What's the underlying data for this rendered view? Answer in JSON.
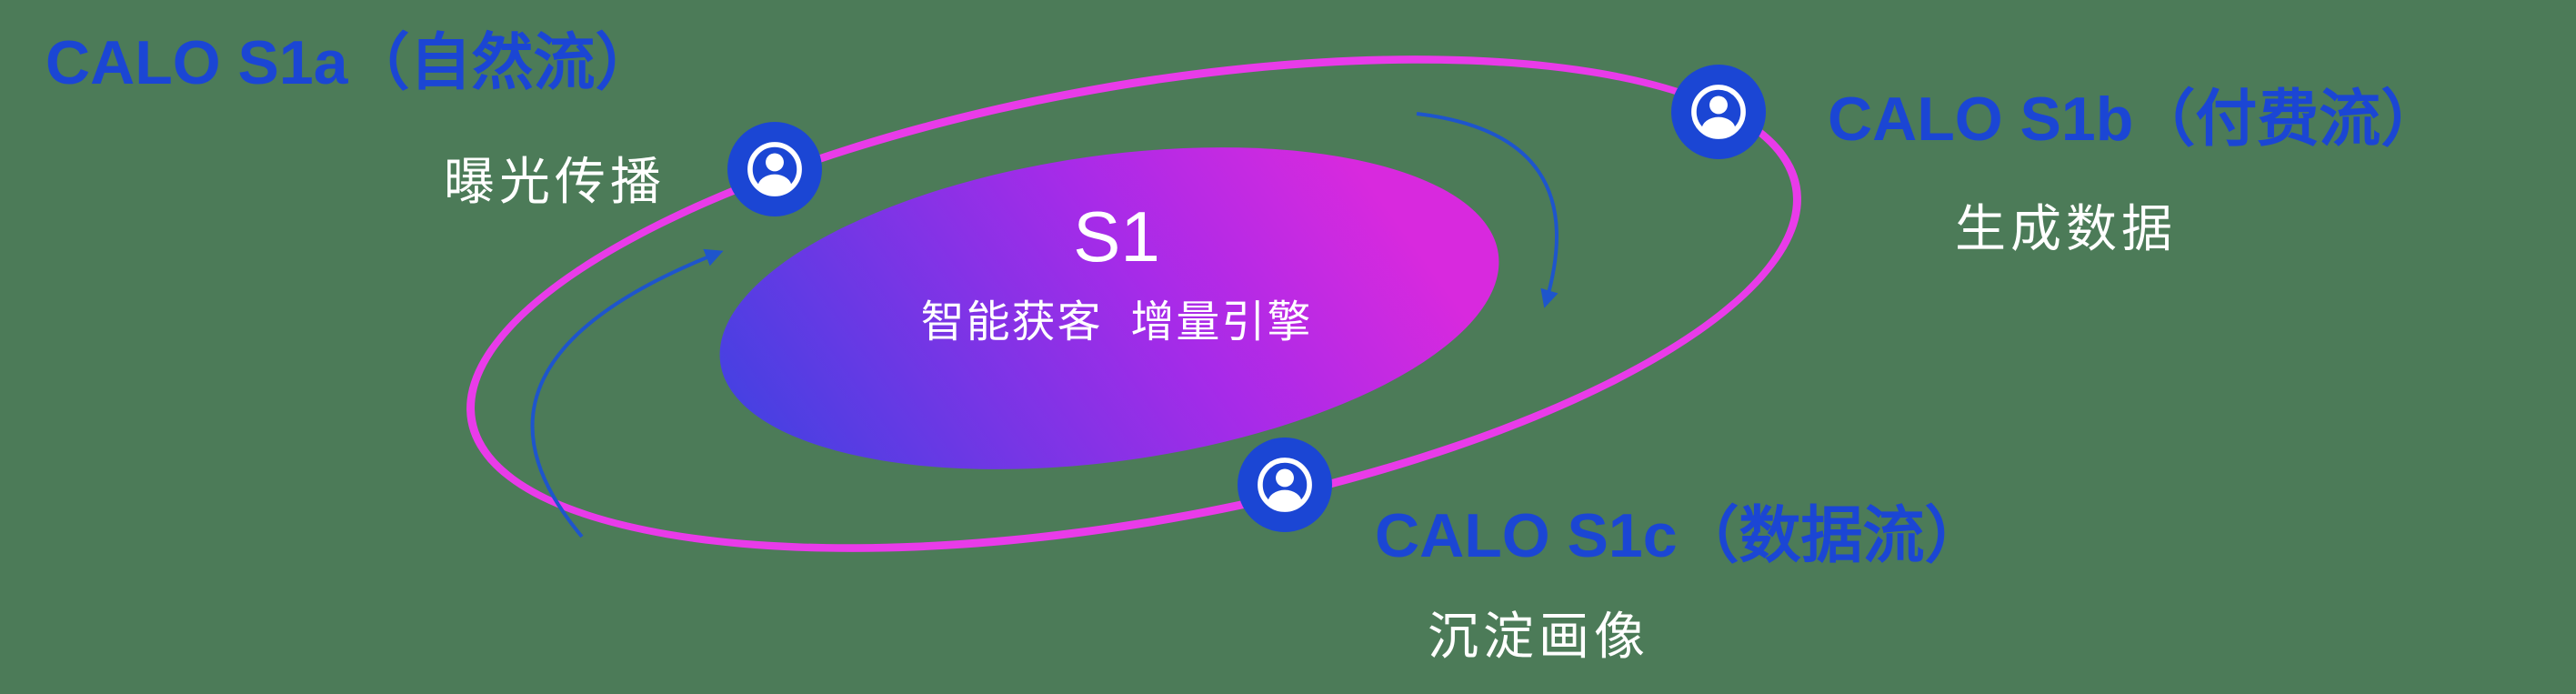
{
  "diagram": {
    "type": "orbit-flywheel",
    "background_color": "#4c7b58",
    "accent_blue": "#1b46d4",
    "arrow_blue": "#1e55cc",
    "orbit_pink": "#e93be9",
    "core_gradient": [
      "#4840e2",
      "#a62be8",
      "#d829de"
    ],
    "center": {
      "title": "S1",
      "subtitle": "智能获客  增量引擎"
    },
    "nodes": [
      {
        "id": "s1a",
        "label": "CALO S1a（自然流）",
        "sublabel": "曝光传播",
        "icon": "user-badge-icon",
        "position": "top-left"
      },
      {
        "id": "s1b",
        "label": "CALO S1b（付费流）",
        "sublabel": "生成数据",
        "icon": "user-badge-icon",
        "position": "top-right"
      },
      {
        "id": "s1c",
        "label": "CALO S1c（数据流）",
        "sublabel": "沉淀画像",
        "icon": "user-badge-icon",
        "position": "bottom-center"
      }
    ],
    "arrows": [
      {
        "id": "flow-arrow-left",
        "direction": "counter-clockwise, pointing up toward S1a node"
      },
      {
        "id": "flow-arrow-right",
        "direction": "clockwise, curving down from S1b node"
      }
    ]
  }
}
